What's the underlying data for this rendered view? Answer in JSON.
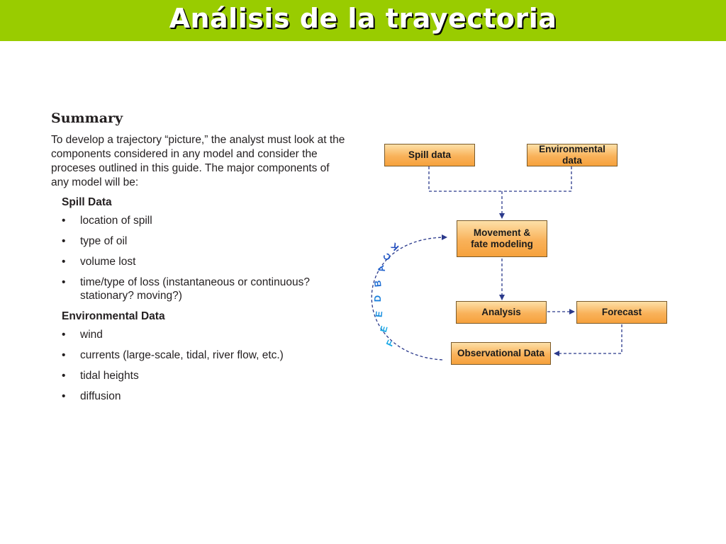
{
  "header": {
    "title": "Análisis de la trayectoria"
  },
  "summary": {
    "heading": "Summary",
    "intro": "To develop a trajectory “picture,” the analyst must look at the components considered in any model and consider the proceses outlined in this guide. The major components of any model will be:",
    "sections": [
      {
        "heading": "Spill Data",
        "items": [
          "location of spill",
          "type of oil",
          "volume lost",
          "time/type of loss (instantaneous or continuous? stationary? moving?)"
        ]
      },
      {
        "heading": "Environmental Data",
        "items": [
          "wind",
          "currents (large-scale, tidal, river flow, etc.)",
          "tidal heights",
          "diffusion"
        ]
      }
    ]
  },
  "diagram": {
    "boxes": {
      "spill_data": "Spill data",
      "environmental_data": "Environmental data",
      "movement_fate": "Movement & fate modeling",
      "analysis": "Analysis",
      "forecast": "Forecast",
      "observational_data": "Observational Data"
    },
    "feedback_letters": [
      "F",
      "E",
      "E",
      "D",
      "B",
      "A",
      "C",
      "K"
    ],
    "colors": {
      "box_fill": "#f9b25a",
      "arrow": "#2b3a8c",
      "feedback": "#1f6ed4",
      "title_bar": "#99cc00"
    }
  }
}
